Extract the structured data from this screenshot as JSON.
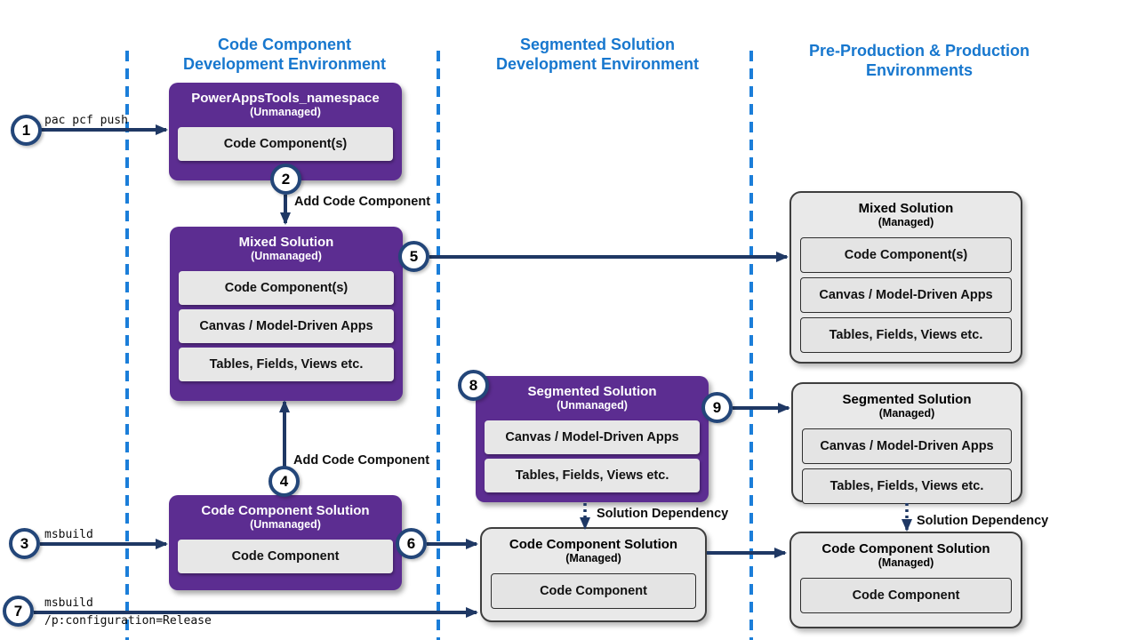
{
  "headers": {
    "col1": "Code Component\nDevelopment Environment",
    "col2": "Segmented Solution\nDevelopment Environment",
    "col3": "Pre-Production & Production\nEnvironments"
  },
  "steps": {
    "s1": "1",
    "s2": "2",
    "s3": "3",
    "s4": "4",
    "s5": "5",
    "s6": "6",
    "s7": "7",
    "s8": "8",
    "s9": "9"
  },
  "labels": {
    "pac_pcf_push": "pac pcf push",
    "msbuild": "msbuild",
    "msbuild_release": "msbuild\n/p:configuration=Release",
    "add_code_component_top": "Add Code Component",
    "add_code_component_bottom": "Add Code Component",
    "solution_dependency_mid": "Solution Dependency",
    "solution_dependency_right": "Solution Dependency"
  },
  "boxes": {
    "powerapps_tools": {
      "title": "PowerAppsTools_namespace",
      "subtitle": "(Unmanaged)",
      "items": [
        "Code Component(s)"
      ]
    },
    "mixed_unmanaged": {
      "title": "Mixed Solution",
      "subtitle": "(Unmanaged)",
      "items": [
        "Code Component(s)",
        "Canvas / Model-Driven Apps",
        "Tables, Fields, Views etc."
      ]
    },
    "code_component_unmanaged": {
      "title": "Code Component Solution",
      "subtitle": "(Unmanaged)",
      "items": [
        "Code Component"
      ]
    },
    "segmented_unmanaged": {
      "title": "Segmented Solution",
      "subtitle": "(Unmanaged)",
      "items": [
        "Canvas / Model-Driven Apps",
        "Tables, Fields, Views etc."
      ]
    },
    "code_component_managed_mid": {
      "title": "Code Component Solution",
      "subtitle": "(Managed)",
      "items": [
        "Code Component"
      ]
    },
    "mixed_managed": {
      "title": "Mixed Solution",
      "subtitle": "(Managed)",
      "items": [
        "Code Component(s)",
        "Canvas / Model-Driven Apps",
        "Tables, Fields, Views etc."
      ]
    },
    "segmented_managed": {
      "title": "Segmented Solution",
      "subtitle": "(Managed)",
      "items": [
        "Canvas / Model-Driven Apps",
        "Tables, Fields, Views etc."
      ]
    },
    "code_component_managed_right": {
      "title": "Code Component Solution",
      "subtitle": "(Managed)",
      "items": [
        "Code Component"
      ]
    }
  },
  "colors": {
    "purple": "#5C2D91",
    "navy_arrow": "#1F3864",
    "circle_border": "#234679",
    "header_blue": "#1777CE",
    "dashed_blue": "#1B7ED9",
    "managed_gray": "#E9E9E9"
  }
}
